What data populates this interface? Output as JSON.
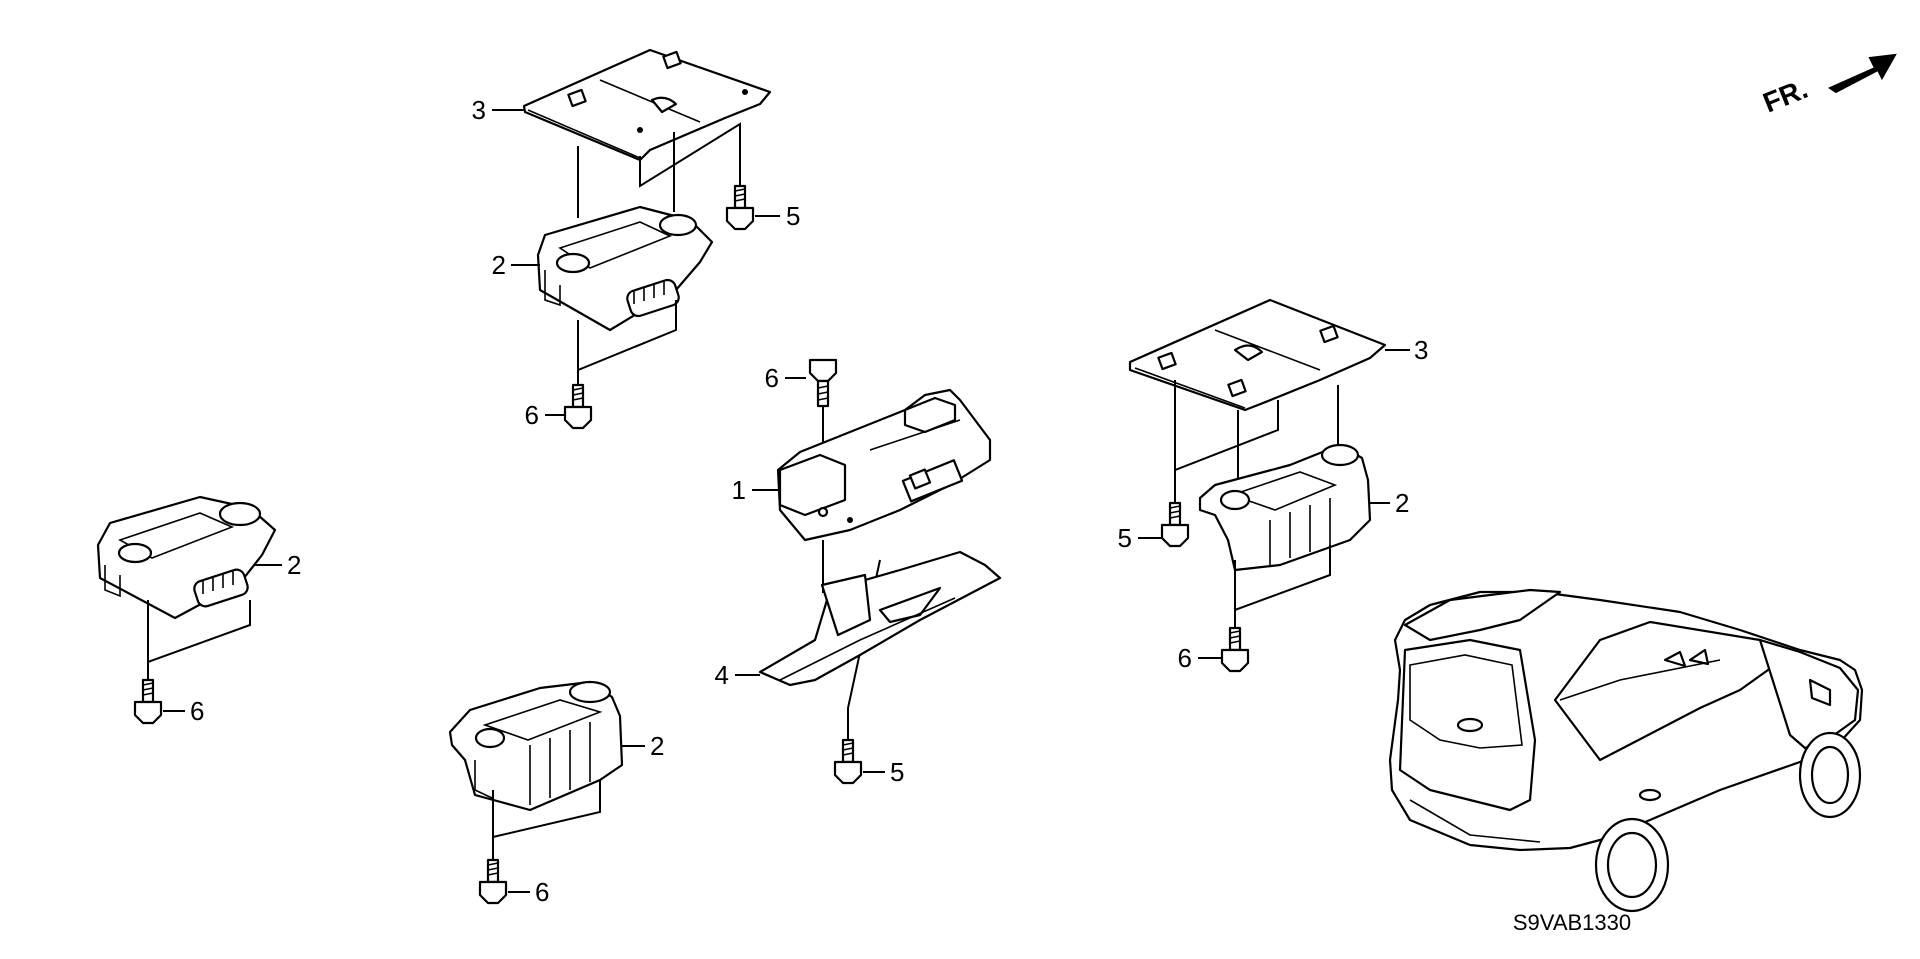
{
  "diagram": {
    "diagram_code": "S9VAB1330",
    "direction_label": "FR.",
    "callouts": [
      {
        "id": "c1",
        "label": "1"
      },
      {
        "id": "c2a",
        "label": "2"
      },
      {
        "id": "c2b",
        "label": "2"
      },
      {
        "id": "c2c",
        "label": "2"
      },
      {
        "id": "c2d",
        "label": "2"
      },
      {
        "id": "c3a",
        "label": "3"
      },
      {
        "id": "c3b",
        "label": "3"
      },
      {
        "id": "c4",
        "label": "4"
      },
      {
        "id": "c5a",
        "label": "5"
      },
      {
        "id": "c5b",
        "label": "5"
      },
      {
        "id": "c5c",
        "label": "5"
      },
      {
        "id": "c6a",
        "label": "6"
      },
      {
        "id": "c6b",
        "label": "6"
      },
      {
        "id": "c6c",
        "label": "6"
      },
      {
        "id": "c6d",
        "label": "6"
      },
      {
        "id": "c6e",
        "label": "6"
      }
    ]
  }
}
